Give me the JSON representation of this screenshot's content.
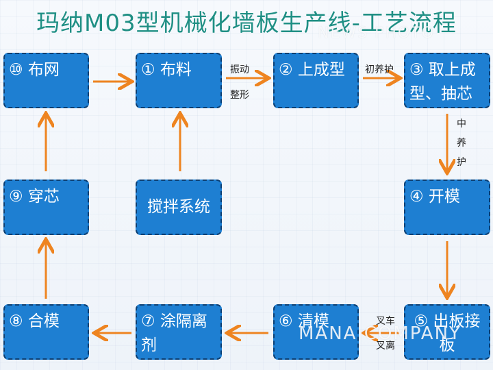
{
  "title": "玛纳M03型机械化墙板生产线-工艺流程",
  "watermarks": {
    "top": "NEWS PHOTO",
    "bottom": "MANA COMPANY"
  },
  "nodes": {
    "n10": "⑩ 布网",
    "n1": "① 布料",
    "n2": "② 上成型",
    "n3": "③ 取上成型、抽芯",
    "n4": "④ 开模",
    "n5": "⑤ 出板接板",
    "n6": "⑥ 清模",
    "n7": "⑦ 涂隔离剂",
    "n8": "⑧ 合模",
    "n9": "⑨ 穿芯",
    "mix": "搅拌系统"
  },
  "labels": {
    "vibrate_1": "振动",
    "vibrate_2": "整形",
    "init_cure": "初养护",
    "mid_cure_1": "中",
    "mid_cure_2": "养",
    "mid_cure_3": "护",
    "fork_1": "叉车",
    "fork_2": "叉离"
  },
  "colors": {
    "node_fill": "#1e7fd2",
    "node_border": "#0c3f73",
    "arrow": "#ee8420",
    "title": "#1f8f84"
  }
}
